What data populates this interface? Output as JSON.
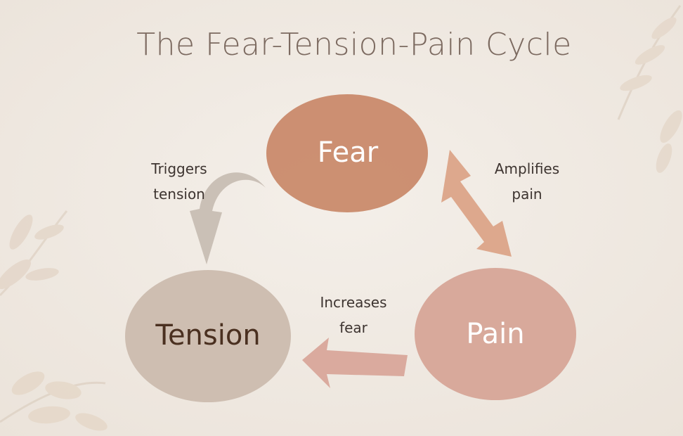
{
  "title": "The Fear-Tension-Pain Cycle",
  "nodes": {
    "fear": {
      "label": "Fear",
      "color": "#c98a6b",
      "text_color": "#ffffff"
    },
    "pain": {
      "label": "Pain",
      "color": "#d6a597",
      "text_color": "#ffffff"
    },
    "tension": {
      "label": "Tension",
      "color": "#cbbcae",
      "text_color": "#4a3020"
    }
  },
  "edges": {
    "fear_to_tension": {
      "label_line1": "Triggers",
      "label_line2": "tension",
      "color": "#c7bcb2"
    },
    "fear_pain": {
      "label_line1": "Amplifies",
      "label_line2": "pain",
      "color": "#dba488"
    },
    "pain_to_tension": {
      "label_line1": "Increases",
      "label_line2": "fear",
      "color": "#d8a69a"
    }
  },
  "palette": {
    "background": "#f1ebe4",
    "title": "#7c6a60",
    "leaf": "#e4d6c8"
  }
}
